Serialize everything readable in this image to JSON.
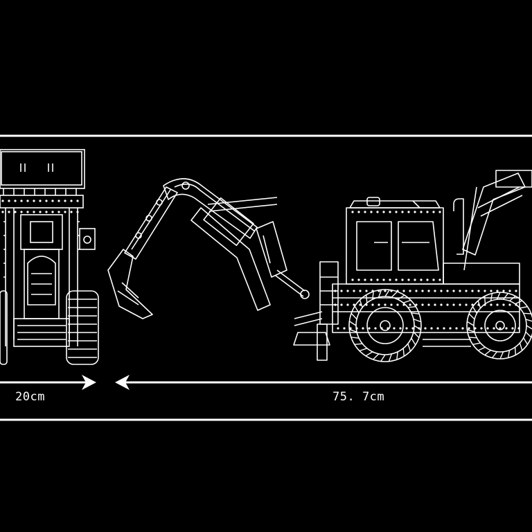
{
  "dimensions": {
    "front_width": "20cm",
    "side_length": "75. 7cm"
  },
  "colors": {
    "background": "#000000",
    "line": "#ffffff"
  },
  "illustration": {
    "subject": "backhoe-loader-blueprint",
    "views": [
      "front-view",
      "side-view"
    ]
  }
}
